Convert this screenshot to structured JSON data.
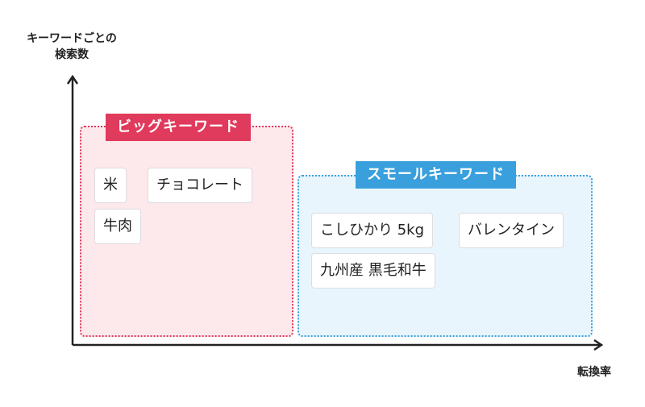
{
  "axes": {
    "y_label_line1": "キーワードごとの",
    "y_label_line2": "検索数",
    "x_label": "転換率"
  },
  "groups": {
    "big": {
      "title": "ビッグキーワード",
      "color": "#e03a5c",
      "fill": "#fde8ec",
      "keywords": [
        "米",
        "チョコレート",
        "牛肉"
      ]
    },
    "small": {
      "title": "スモールキーワード",
      "color": "#3aa0dd",
      "fill": "#e8f5fd",
      "keywords": [
        "こしひかり 5kg",
        "バレンタイン",
        "九州産 黒毛和牛"
      ]
    }
  }
}
